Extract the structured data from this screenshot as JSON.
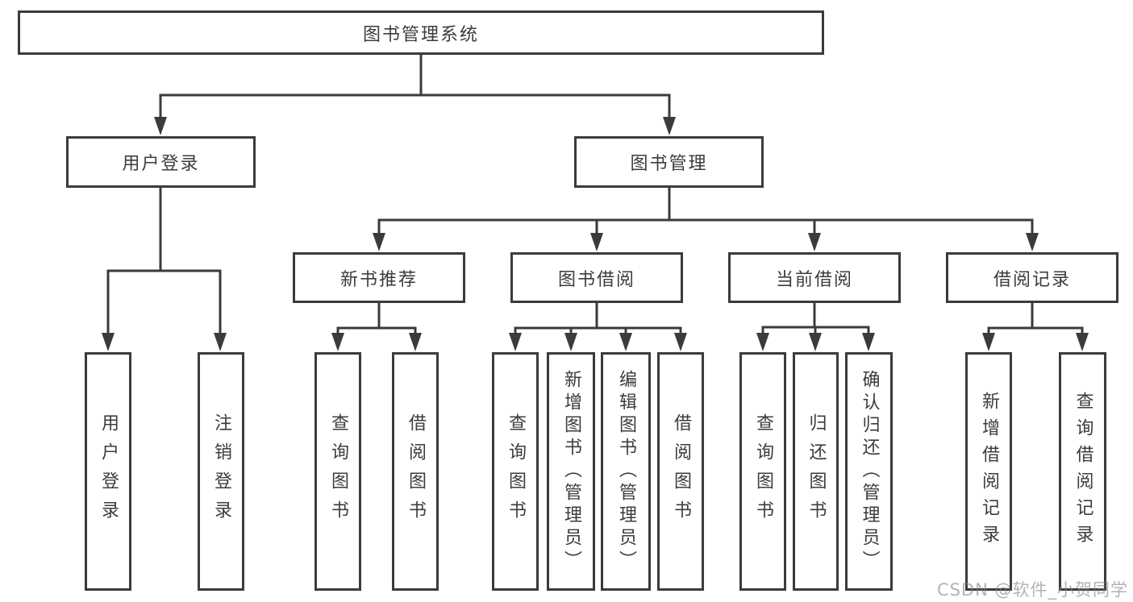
{
  "diagram": {
    "root": {
      "label": "图书管理系统"
    },
    "level2": {
      "user_login": {
        "label": "用户登录"
      },
      "book_management": {
        "label": "图书管理"
      }
    },
    "level3": {
      "new_book_recommend": {
        "label": "新书推荐"
      },
      "book_borrow": {
        "label": "图书借阅"
      },
      "current_borrow": {
        "label": "当前借阅"
      },
      "borrow_records": {
        "label": "借阅记录"
      }
    },
    "leaves": [
      {
        "label": "用户登录",
        "parent": "用户登录"
      },
      {
        "label": "注销登录",
        "parent": "用户登录"
      },
      {
        "label": "查询图书",
        "parent": "新书推荐"
      },
      {
        "label": "借阅图书",
        "parent": "新书推荐"
      },
      {
        "label": "查询图书",
        "parent": "图书借阅"
      },
      {
        "label": "新增图书（管理员）",
        "parent": "图书借阅"
      },
      {
        "label": "编辑图书（管理员）",
        "parent": "图书借阅"
      },
      {
        "label": "借阅图书",
        "parent": "图书借阅"
      },
      {
        "label": "查询图书",
        "parent": "当前借阅"
      },
      {
        "label": "归还图书",
        "parent": "当前借阅"
      },
      {
        "label": "确认归还（管理员）",
        "parent": "当前借阅"
      },
      {
        "label": "新增借阅记录",
        "parent": "借阅记录"
      },
      {
        "label": "查询借阅记录",
        "parent": "借阅记录"
      }
    ]
  },
  "watermark": {
    "text": "CSDN @软件_小贺同学"
  },
  "colors": {
    "line": "#3b3b3b",
    "text": "#3c3c3c",
    "background": "#ffffff",
    "watermark": "#82828a"
  }
}
